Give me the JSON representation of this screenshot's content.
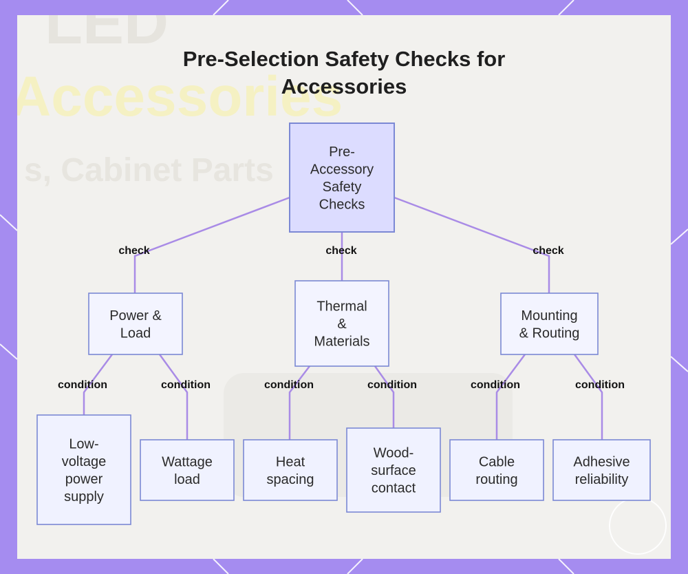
{
  "title": [
    "Pre-Selection Safety Checks for",
    "Accessories"
  ],
  "background_words": [
    "LED",
    "Accessories",
    "s, Cabinet Parts"
  ],
  "root": {
    "id": "root",
    "lines": [
      "Pre-",
      "Accessory",
      "Safety",
      "Checks"
    ]
  },
  "categories": [
    {
      "id": "power",
      "edge_label": "check",
      "lines": [
        "Power &",
        "Load"
      ],
      "children": [
        {
          "id": "lowvolt",
          "edge_label": "condition",
          "lines": [
            "Low-",
            "voltage",
            "power",
            "supply"
          ]
        },
        {
          "id": "wattage",
          "edge_label": "condition",
          "lines": [
            "Wattage",
            "load"
          ]
        }
      ]
    },
    {
      "id": "thermal",
      "edge_label": "check",
      "lines": [
        "Thermal",
        "&",
        "Materials"
      ],
      "children": [
        {
          "id": "heat",
          "edge_label": "condition",
          "lines": [
            "Heat",
            "spacing"
          ]
        },
        {
          "id": "wood",
          "edge_label": "condition",
          "lines": [
            "Wood-",
            "surface",
            "contact"
          ]
        }
      ]
    },
    {
      "id": "mounting",
      "edge_label": "check",
      "lines": [
        "Mounting",
        "& Routing"
      ],
      "children": [
        {
          "id": "cable",
          "edge_label": "condition",
          "lines": [
            "Cable",
            "routing"
          ]
        },
        {
          "id": "adhesive",
          "edge_label": "condition",
          "lines": [
            "Adhesive",
            "reliability"
          ]
        }
      ]
    }
  ],
  "colors": {
    "frame": "#a58cf0",
    "edge": "#a98be6",
    "node_border": "#7b88d4",
    "root_fill": "#dcdcff",
    "node_fill": "#f3f4ff",
    "leaf_fill": "#f0f2ff",
    "bg_word": "#f5f0b8"
  }
}
